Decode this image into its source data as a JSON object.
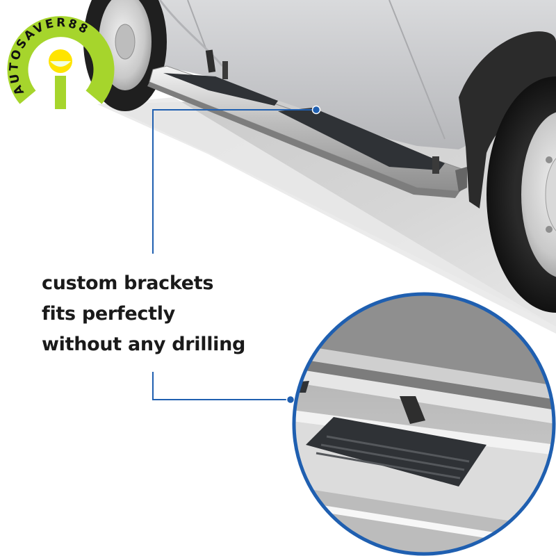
{
  "logo": {
    "text": "AUTOSAVER88",
    "ring_color": "#a6d52c",
    "sun_color": "#ffe400",
    "sun_inner_color": "#f2ffe0"
  },
  "caption": {
    "line1": "custom brackets",
    "line2": "fits perfectly",
    "line3": "without any drilling"
  },
  "callout": {
    "line_color": "#1f5fb0",
    "dot_color": "#1f5fb0"
  },
  "zoom_circle": {
    "border_color": "#1f5fb0",
    "subject": "close-up of running board bracket and step pad"
  },
  "product": {
    "name": "running board",
    "finish": "polished stainless steel",
    "pad_color": "#2f3236"
  }
}
